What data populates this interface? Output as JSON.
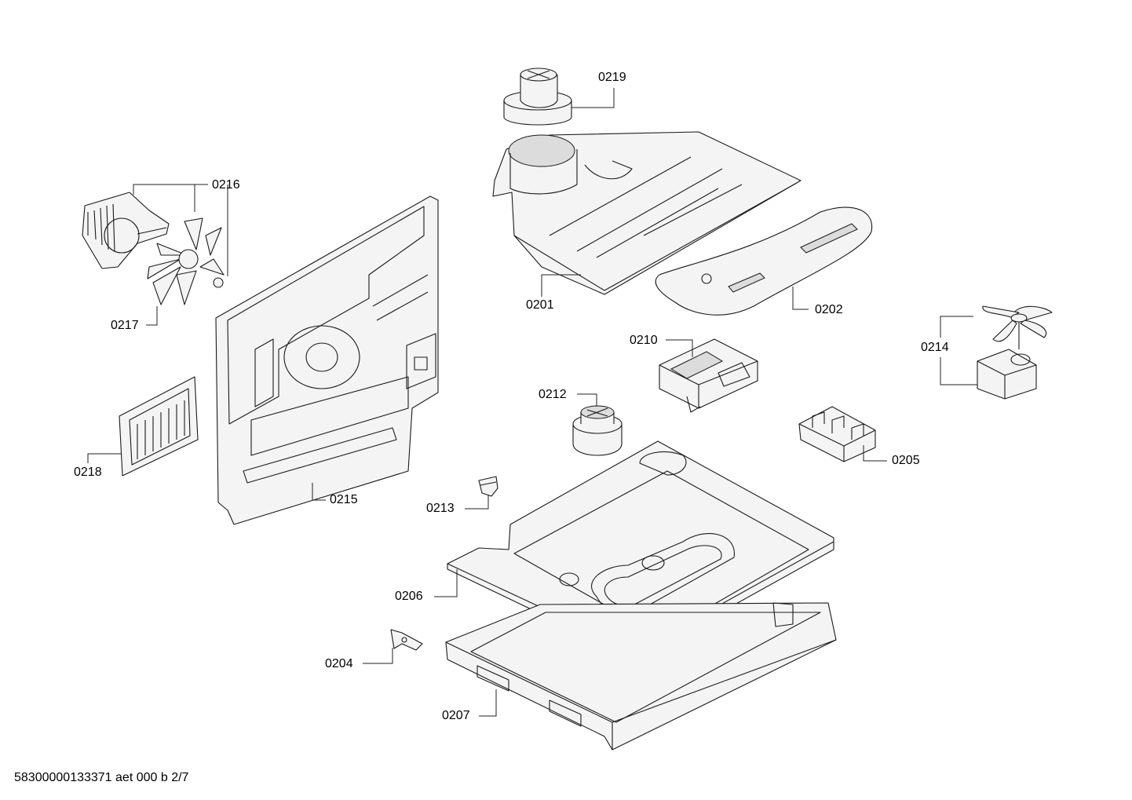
{
  "diagram": {
    "callouts": [
      {
        "id": "0219",
        "text": "0219"
      },
      {
        "id": "0216",
        "text": "0216"
      },
      {
        "id": "0217",
        "text": "0217"
      },
      {
        "id": "0201",
        "text": "0201"
      },
      {
        "id": "0202",
        "text": "0202"
      },
      {
        "id": "0210",
        "text": "0210"
      },
      {
        "id": "0214",
        "text": "0214"
      },
      {
        "id": "0212",
        "text": "0212"
      },
      {
        "id": "0205",
        "text": "0205"
      },
      {
        "id": "0218",
        "text": "0218"
      },
      {
        "id": "0215",
        "text": "0215"
      },
      {
        "id": "0213",
        "text": "0213"
      },
      {
        "id": "0206",
        "text": "0206"
      },
      {
        "id": "0204",
        "text": "0204"
      },
      {
        "id": "0207",
        "text": "0207"
      }
    ],
    "footer": "58300000133371 aet 000 b 2/7"
  }
}
